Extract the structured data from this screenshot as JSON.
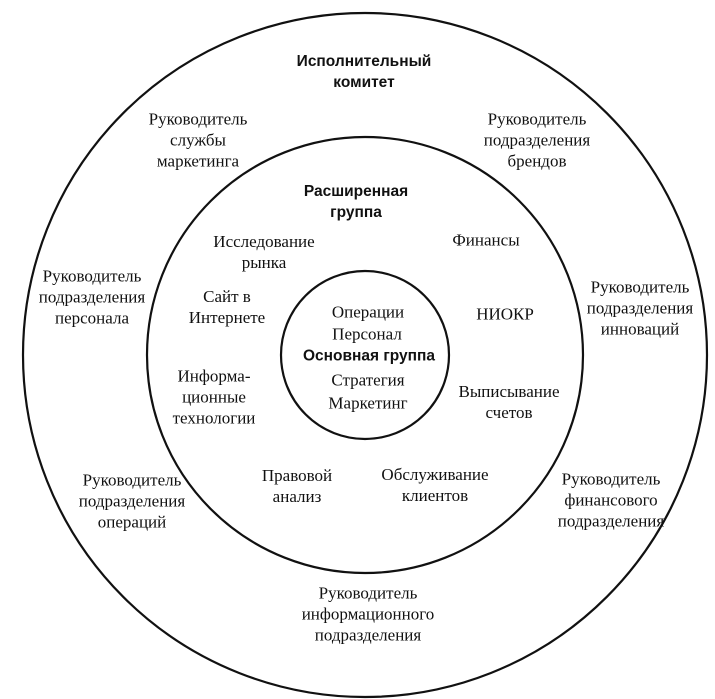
{
  "rings": {
    "outer": {
      "title": [
        "Исполнительный",
        "комитет"
      ],
      "members": [
        [
          "Руководитель",
          "службы",
          "маркетинга"
        ],
        [
          "Руководитель",
          "подразделения",
          "брендов"
        ],
        [
          "Руководитель",
          "подразделения",
          "персонала"
        ],
        [
          "Руководитель",
          "подразделения",
          "инноваций"
        ],
        [
          "Руководитель",
          "подразделения",
          "операций"
        ],
        [
          "Руководитель",
          "финансового",
          "подразделения"
        ],
        [
          "Руководитель",
          "информационного",
          "подразделения"
        ]
      ]
    },
    "middle": {
      "title": [
        "Расширенная",
        "группа"
      ],
      "members": [
        [
          "Исследование",
          "рынка"
        ],
        [
          "Финансы"
        ],
        [
          "Сайт в",
          "Интернете"
        ],
        [
          "НИОКР"
        ],
        [
          "Информа-",
          "ционные",
          "технологии"
        ],
        [
          "Выписывание",
          "счетов"
        ],
        [
          "Правовой",
          "анализ"
        ],
        [
          "Обслуживание",
          "клиентов"
        ]
      ]
    },
    "inner": {
      "title": "Основная группа",
      "members": [
        "Операции",
        "Персонал",
        "Стратегия",
        "Маркетинг"
      ]
    }
  },
  "colors": {
    "stroke": "#111111",
    "text": "#111111",
    "background": "#ffffff"
  }
}
